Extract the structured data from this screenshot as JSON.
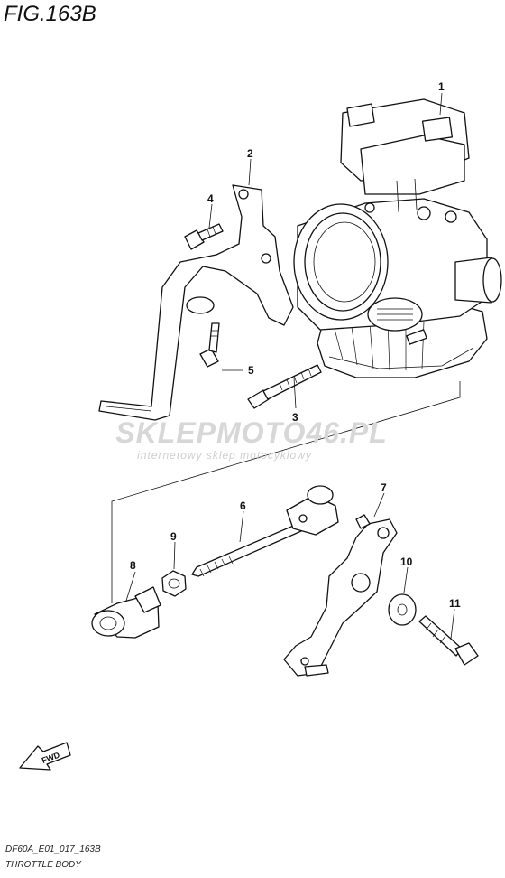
{
  "figure": {
    "title": "FIG.163B",
    "model_code": "DF60A_E01_017_163B",
    "section_name": "THROTTLE BODY"
  },
  "watermark": {
    "main_text": "SKLEPMOTO46.PL",
    "sub_text": "internetowy sklep motocyklowy"
  },
  "direction_marker": "FWD",
  "callouts": [
    "1",
    "2",
    "3",
    "4",
    "5",
    "6",
    "7",
    "8",
    "9",
    "10",
    "11"
  ]
}
